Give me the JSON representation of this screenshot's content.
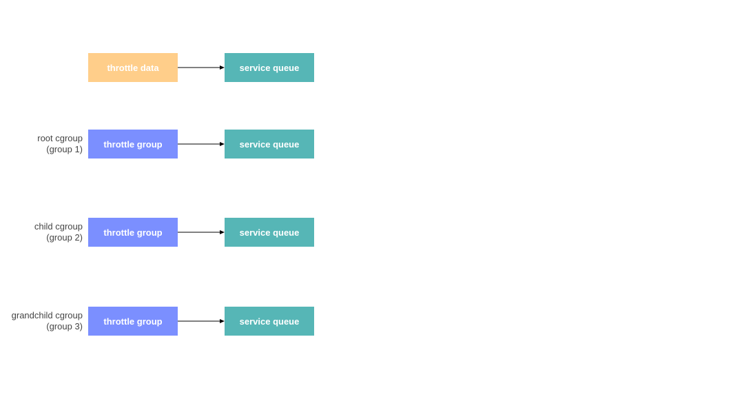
{
  "colors": {
    "throttle_data": "#FFCE8A",
    "throttle_group": "#7B8FFF",
    "service_queue": "#56B6B6",
    "arrow": "#000000",
    "label_text": "#444444"
  },
  "rows": [
    {
      "label_line1": "",
      "label_line2": "",
      "left_box": "throttle data",
      "left_kind": "throttle_data",
      "right_box": "service queue"
    },
    {
      "label_line1": "root cgroup",
      "label_line2": "(group 1)",
      "left_box": "throttle group",
      "left_kind": "throttle_group",
      "right_box": "service queue"
    },
    {
      "label_line1": "child cgroup",
      "label_line2": "(group 2)",
      "left_box": "throttle group",
      "left_kind": "throttle_group",
      "right_box": "service queue"
    },
    {
      "label_line1": "grandchild cgroup",
      "label_line2": "(group 3)",
      "left_box": "throttle group",
      "left_kind": "throttle_group",
      "right_box": "service queue"
    }
  ]
}
